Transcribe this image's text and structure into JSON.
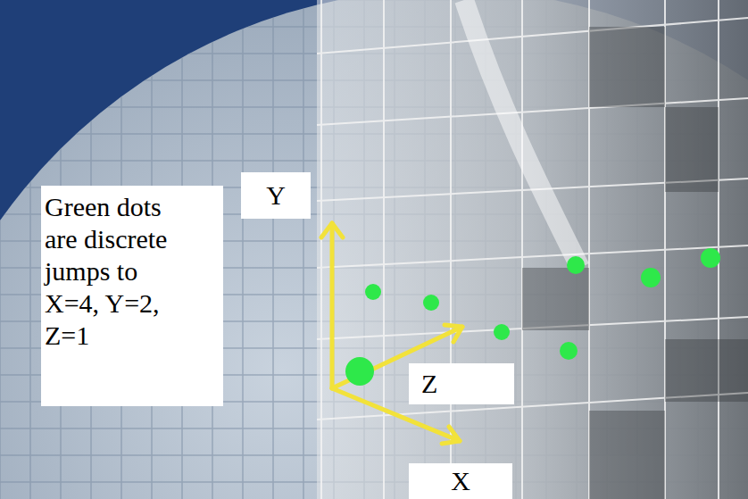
{
  "diagram": {
    "nodes": [
      {
        "text": [
          "Green dots are discrete jumps to X=4, Y=2, Z=1"
        ]
      },
      {
        "text": [
          "Y"
        ]
      },
      {
        "text": [
          "Z"
        ]
      },
      {
        "text": [
          "X"
        ]
      }
    ]
  }
}
